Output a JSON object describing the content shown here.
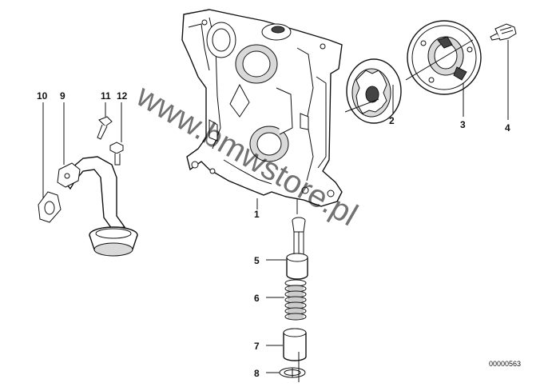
{
  "callouts": [
    {
      "id": "1",
      "text": "1"
    },
    {
      "id": "2",
      "text": "2"
    },
    {
      "id": "3",
      "text": "3"
    },
    {
      "id": "4",
      "text": "4"
    },
    {
      "id": "5",
      "text": "5"
    },
    {
      "id": "6",
      "text": "6"
    },
    {
      "id": "7",
      "text": "7"
    },
    {
      "id": "8",
      "text": "8"
    },
    {
      "id": "9",
      "text": "9"
    },
    {
      "id": "10",
      "text": "10"
    },
    {
      "id": "11",
      "text": "11"
    },
    {
      "id": "12",
      "text": "12"
    }
  ],
  "diagram_code": "00000563",
  "watermark": "www.bmwstore.pl"
}
